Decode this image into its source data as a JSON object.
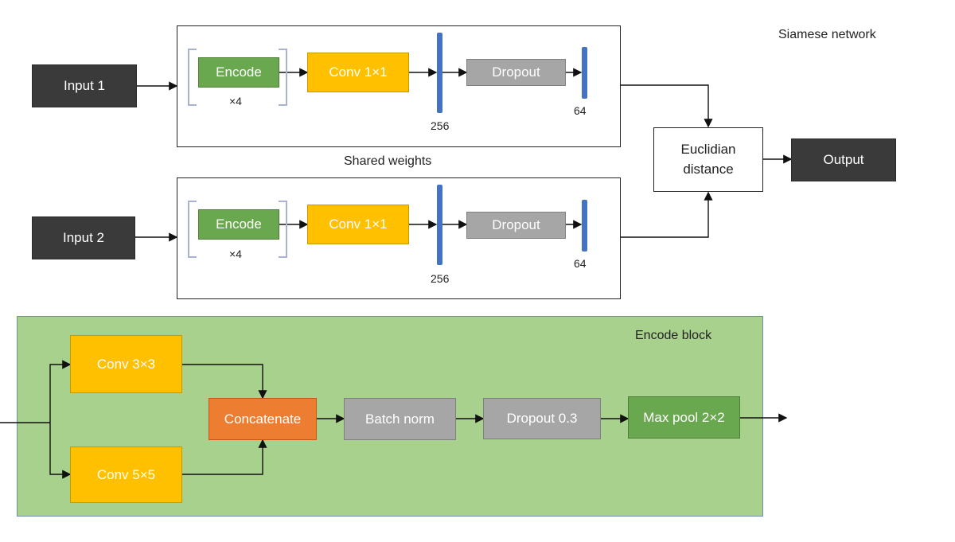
{
  "siamese": {
    "title": "Siamese network",
    "shared_weights_label": "Shared weights",
    "branch1": {
      "input": "Input 1",
      "encode": "Encode",
      "repeat": "×4",
      "conv": "Conv 1×1",
      "dim_after_conv": "256",
      "dropout": "Dropout",
      "dim_after_dropout": "64"
    },
    "branch2": {
      "input": "Input 2",
      "encode": "Encode",
      "repeat": "×4",
      "conv": "Conv 1×1",
      "dim_after_conv": "256",
      "dropout": "Dropout",
      "dim_after_dropout": "64"
    },
    "distance": "Euclidian distance",
    "output": "Output"
  },
  "encode_block": {
    "title": "Encode block",
    "conv_a": "Conv 3×3",
    "conv_b": "Conv 5×5",
    "concatenate": "Concatenate",
    "batch_norm": "Batch norm",
    "dropout": "Dropout 0.3",
    "max_pool": "Max pool 2×2"
  },
  "colors": {
    "input_output": "#3a3a3a",
    "encode": "#6aa84f",
    "conv": "#ffc000",
    "dropout": "#a6a6a6",
    "concatenate": "#ed7d31",
    "vector_bar": "#4472c4",
    "encode_block_bg": "#a9d18e"
  }
}
